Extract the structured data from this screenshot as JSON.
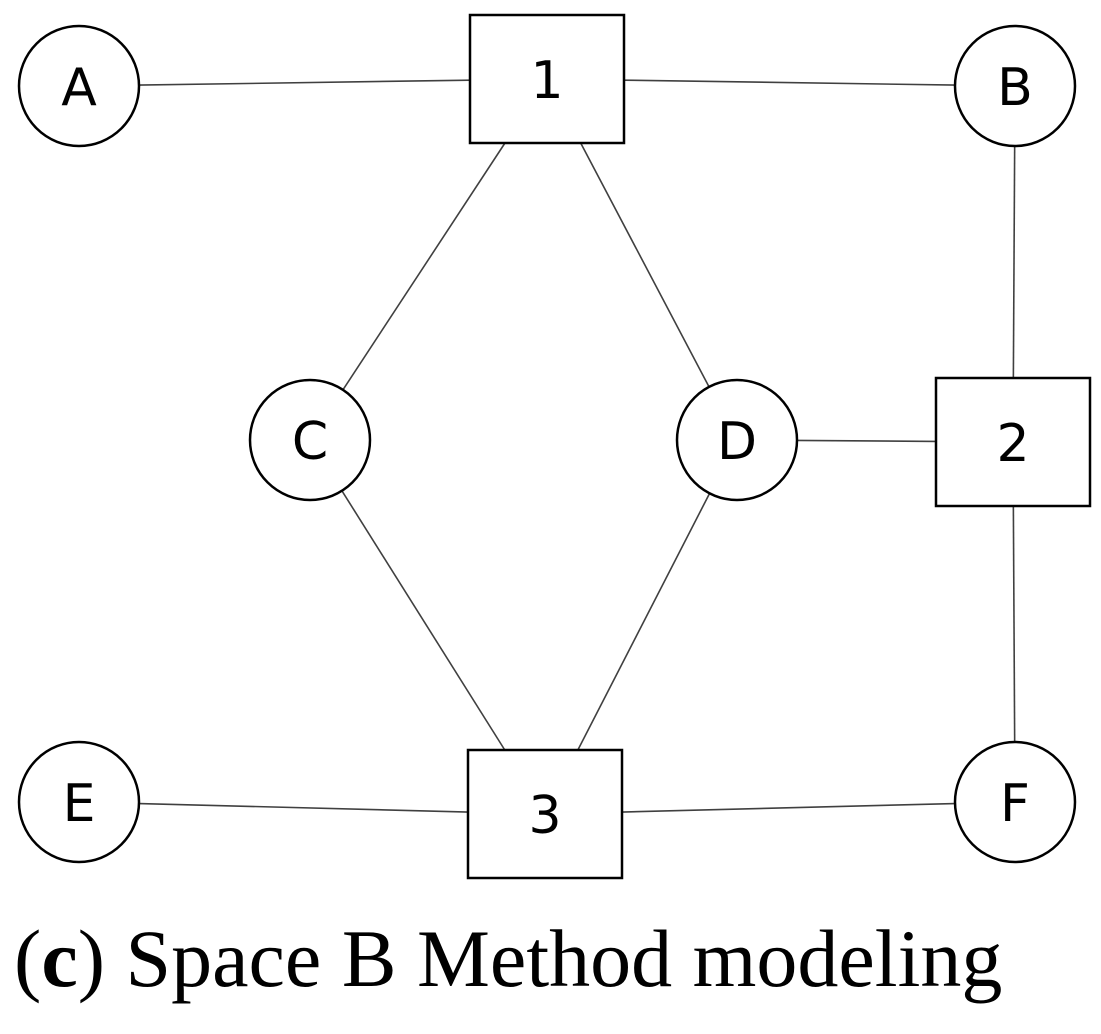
{
  "diagram": {
    "nodes": [
      {
        "id": "A",
        "label": "A",
        "shape": "circle"
      },
      {
        "id": "1",
        "label": "1",
        "shape": "square"
      },
      {
        "id": "B",
        "label": "B",
        "shape": "circle"
      },
      {
        "id": "C",
        "label": "C",
        "shape": "circle"
      },
      {
        "id": "D",
        "label": "D",
        "shape": "circle"
      },
      {
        "id": "2",
        "label": "2",
        "shape": "square"
      },
      {
        "id": "E",
        "label": "E",
        "shape": "circle"
      },
      {
        "id": "3",
        "label": "3",
        "shape": "square"
      },
      {
        "id": "F",
        "label": "F",
        "shape": "circle"
      }
    ],
    "edges": [
      {
        "from": "A",
        "to": "1"
      },
      {
        "from": "1",
        "to": "B"
      },
      {
        "from": "1",
        "to": "C"
      },
      {
        "from": "1",
        "to": "D"
      },
      {
        "from": "B",
        "to": "2"
      },
      {
        "from": "D",
        "to": "2"
      },
      {
        "from": "C",
        "to": "3"
      },
      {
        "from": "D",
        "to": "3"
      },
      {
        "from": "2",
        "to": "F"
      },
      {
        "from": "E",
        "to": "3"
      },
      {
        "from": "3",
        "to": "F"
      }
    ]
  },
  "caption": {
    "prefix": "(",
    "tag": "c",
    "suffix": ")",
    "text": " Space B Method modeling"
  }
}
